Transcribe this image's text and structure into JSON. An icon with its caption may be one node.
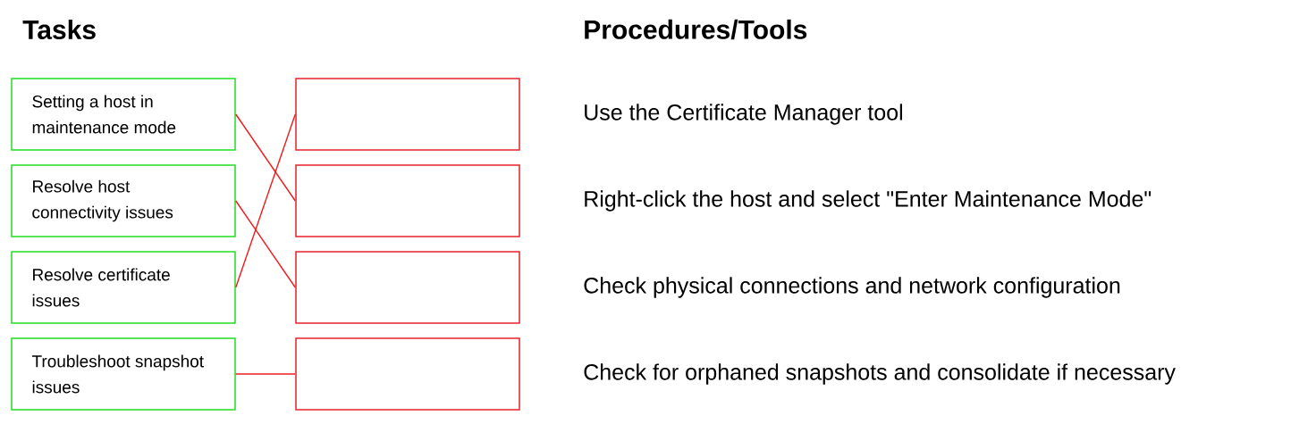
{
  "diagram": {
    "nodes": [
      {
        "text": [
          "Setting a host in maintenance mode"
        ]
      },
      {
        "text": [
          "Resolve host connectivity issues"
        ]
      },
      {
        "text": [
          "Resolve certificate issues"
        ]
      },
      {
        "text": [
          "Troubleshoot snapshot  issues"
        ]
      },
      {
        "text": [],
        "shape": "box"
      },
      {
        "text": [],
        "shape": "box"
      },
      {
        "text": [],
        "shape": "box"
      },
      {
        "text": [],
        "shape": "box"
      }
    ],
    "edges": [
      {
        "from": 0,
        "to": 5,
        "arrow": "none"
      },
      {
        "from": 1,
        "to": 6,
        "arrow": "none"
      },
      {
        "from": 2,
        "to": 4,
        "arrow": "none"
      },
      {
        "from": 3,
        "to": 7,
        "arrow": "none"
      }
    ],
    "labels": [
      "Tasks",
      "Procedures/Tools",
      "Use the Certificate Manager tool",
      "Right-click the host and select \"Enter Maintenance Mode\"",
      "Check physical connections and network configuration",
      "Check for orphaned snapshots and consolidate if necessary"
    ]
  }
}
